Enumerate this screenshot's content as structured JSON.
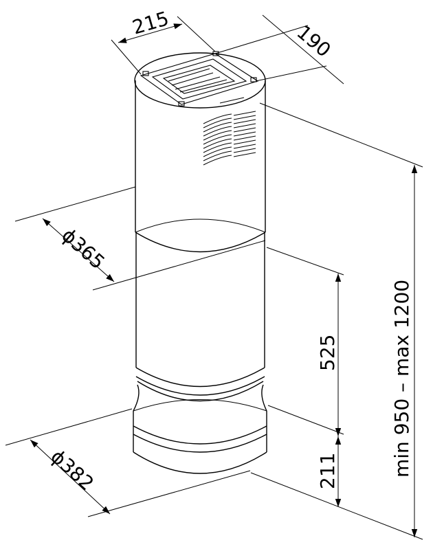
{
  "dimensions": {
    "top_width": "215",
    "top_depth": "190",
    "upper_diameter": "ϕ365",
    "lower_diameter": "ϕ382",
    "middle_height": "525",
    "base_height": "211",
    "total_height": "min 950  –  max 1200"
  },
  "colors": {
    "line": "#000000",
    "background": "#ffffff"
  }
}
